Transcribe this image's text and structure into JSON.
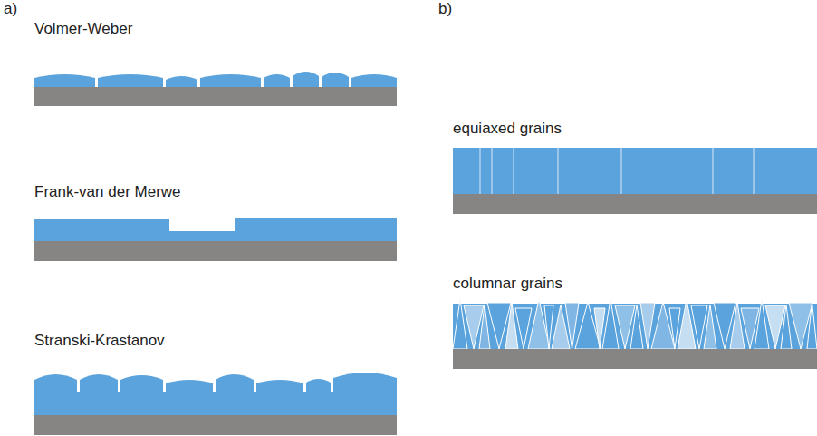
{
  "diagram": {
    "labels": [
      "a)",
      "b)",
      "Volmer-Weber",
      "Frank-van der Merwe",
      "Stranski-Krastanov",
      "equiaxed grains",
      "columnar grains"
    ]
  }
}
